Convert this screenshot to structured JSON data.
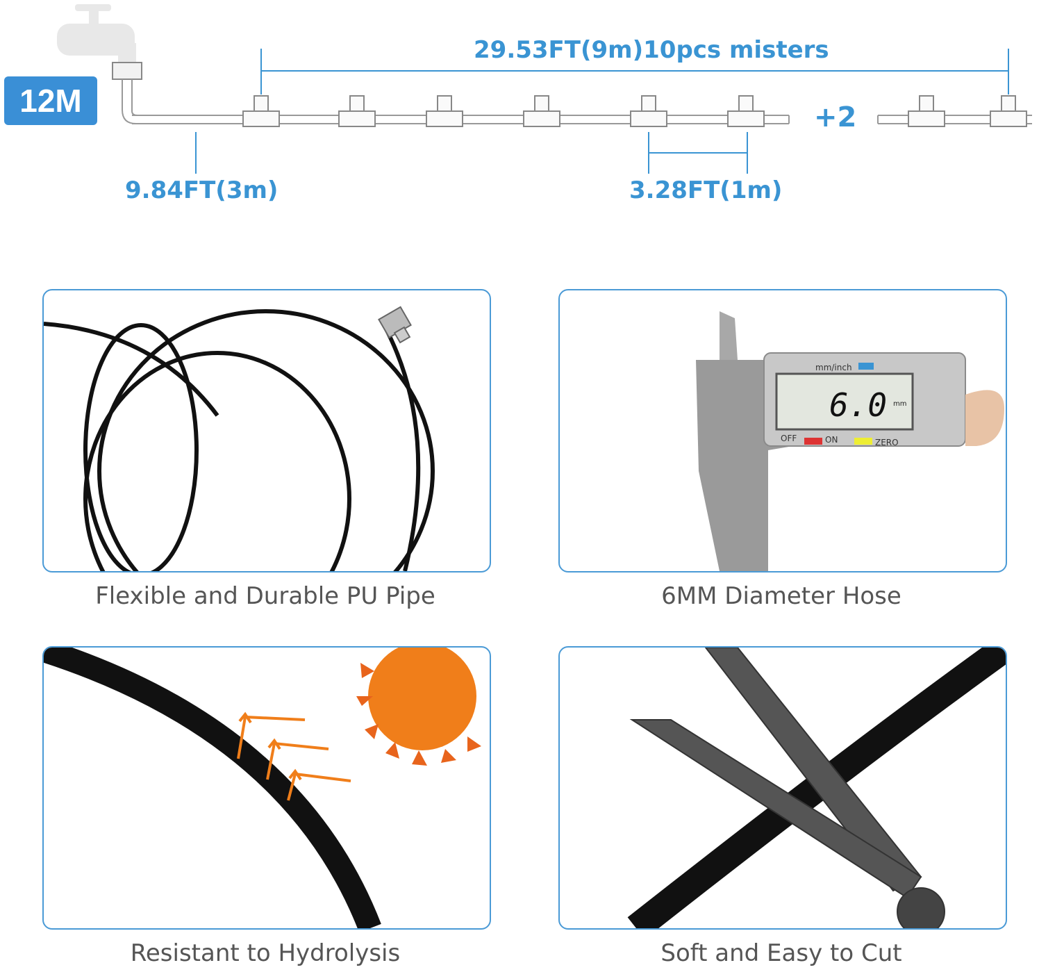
{
  "diagram": {
    "badge": "12M",
    "top_dimension": "29.53FT(9m)10pcs misters",
    "lead_dimension": "9.84FT(3m)",
    "spacing_dimension": "3.28FT(1m)",
    "extra_count": "+2",
    "accent_color": "#3a94d3"
  },
  "features": [
    {
      "caption": "Flexible and Durable PU Pipe"
    },
    {
      "caption": "6MM Diameter Hose",
      "display_value": "6.0",
      "display_unit": "mm",
      "display_header": "mm/inch",
      "btn_off": "OFF",
      "btn_on": "ON",
      "btn_zero": "ZERO"
    },
    {
      "caption": "Resistant to Hydrolysis"
    },
    {
      "caption": "Soft and Easy to Cut"
    }
  ]
}
